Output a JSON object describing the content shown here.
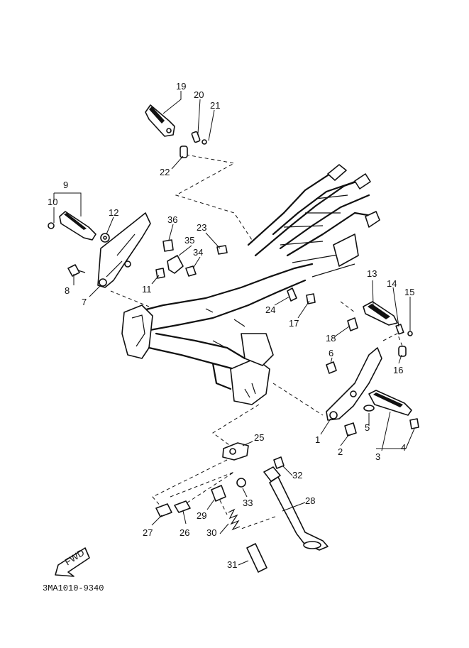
{
  "diagram_code": "3MA1010-9340",
  "fwd_label": "FWD",
  "callouts": {
    "c1": "1",
    "c2": "2",
    "c3": "3",
    "c4": "4",
    "c5": "5",
    "c6": "6",
    "c7": "7",
    "c8": "8",
    "c9": "9",
    "c10": "10",
    "c11": "11",
    "c12": "12",
    "c13": "13",
    "c14": "14",
    "c15": "15",
    "c16": "16",
    "c17": "17",
    "c18": "18",
    "c19": "19",
    "c20": "20",
    "c21": "21",
    "c22": "22",
    "c23": "23",
    "c24": "24",
    "c25": "25",
    "c26": "26",
    "c27": "27",
    "c28": "28",
    "c29": "29",
    "c30": "30",
    "c31": "31",
    "c32": "32",
    "c33": "33",
    "c34": "34",
    "c35": "35",
    "c36": "36"
  }
}
